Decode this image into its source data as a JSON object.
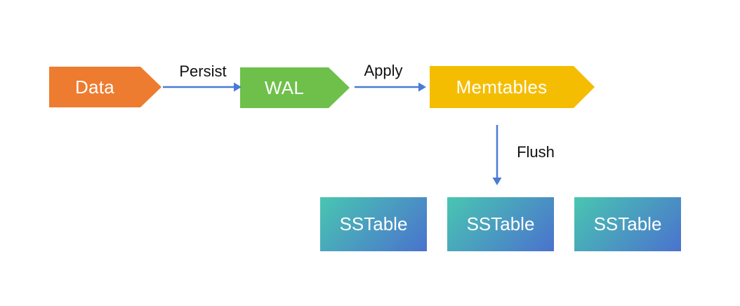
{
  "diagram": {
    "nodes": {
      "data": {
        "label": "Data",
        "shape": "chevron-right",
        "color": "#EE7C30",
        "text_color": "#FFFFFF"
      },
      "wal": {
        "label": "WAL",
        "shape": "chevron-right",
        "color": "#6EC04A",
        "text_color": "#FFFFFF"
      },
      "memtables": {
        "label": "Memtables",
        "shape": "chevron-right",
        "color": "#F5BD02",
        "text_color": "#FFFFFF"
      },
      "sstables": [
        {
          "label": "SSTable"
        },
        {
          "label": "SSTable"
        },
        {
          "label": "SSTable"
        }
      ],
      "sstable_gradient": {
        "start": "#49C6B1",
        "end": "#4A72CE",
        "text_color": "#FFFFFF"
      }
    },
    "edges": [
      {
        "label": "Persist",
        "from": "Data",
        "to": "WAL",
        "direction": "right"
      },
      {
        "label": "Apply",
        "from": "WAL",
        "to": "Memtables",
        "direction": "right"
      },
      {
        "label": "Flush",
        "from": "Memtables",
        "to": "SSTable",
        "direction": "down"
      }
    ],
    "colors": {
      "arrow": "#4A7AD6",
      "edge_label_text": "#111111",
      "background": "#FFFFFF"
    }
  }
}
